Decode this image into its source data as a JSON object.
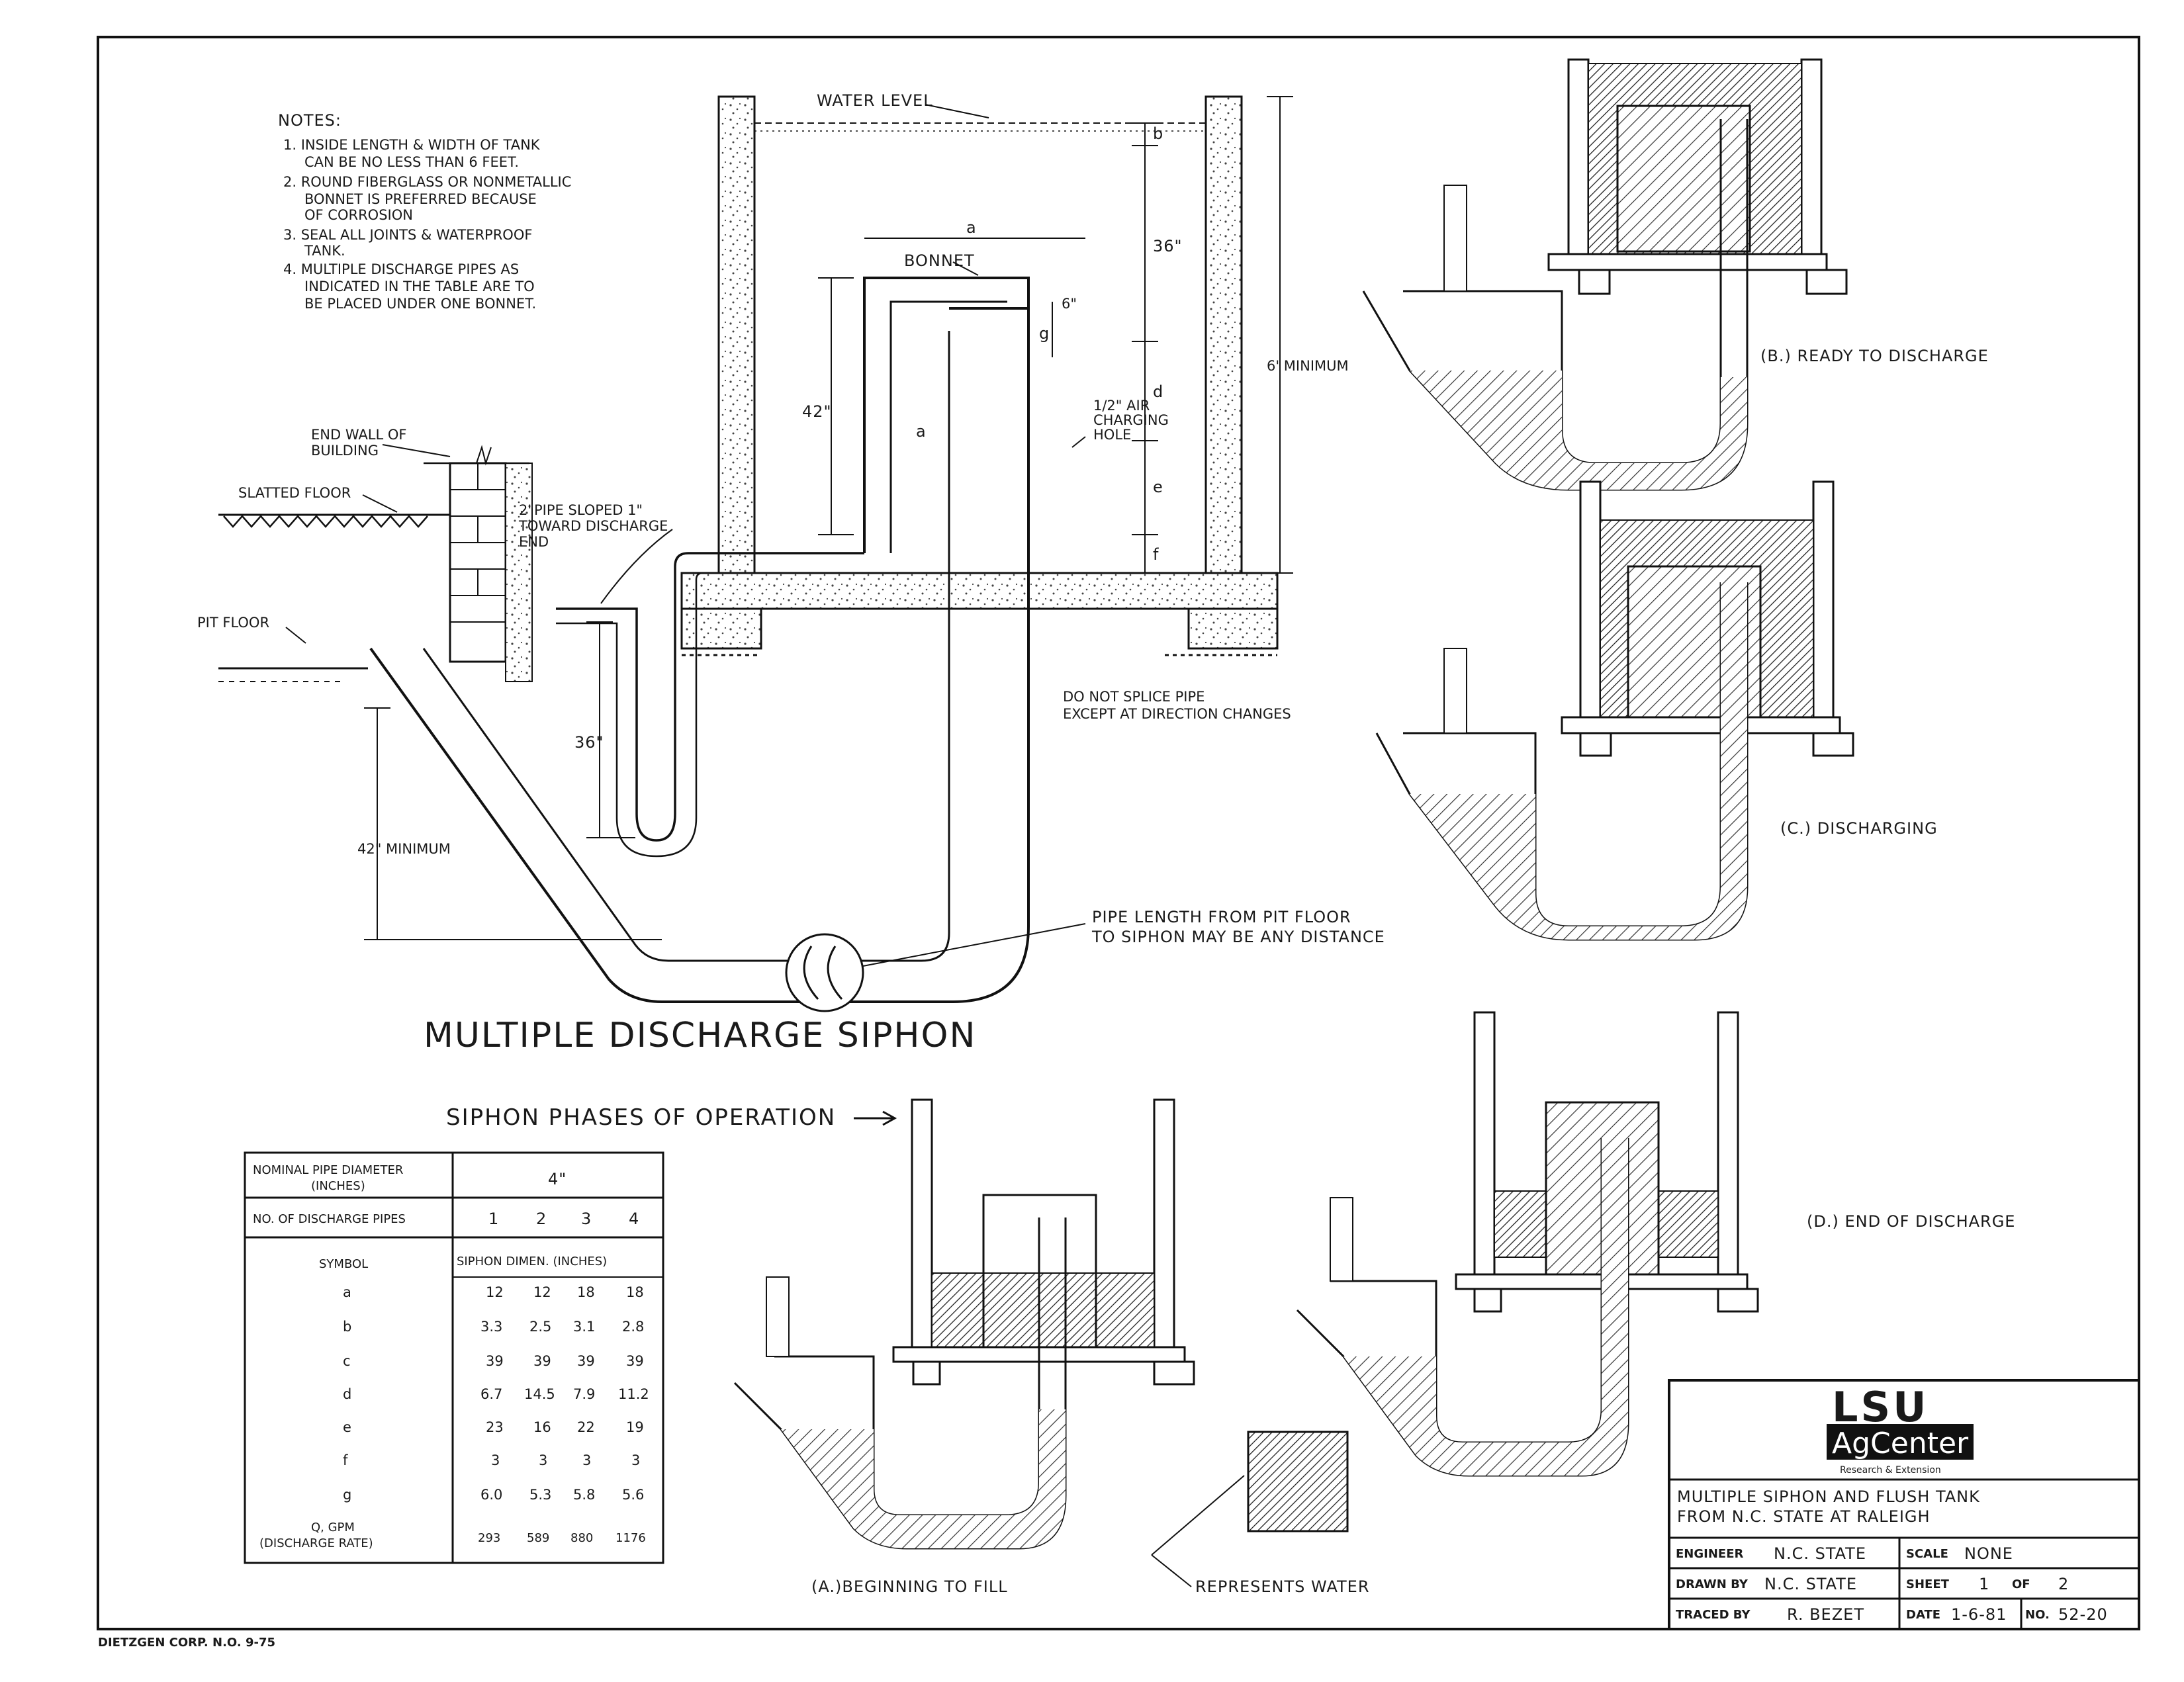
{
  "notes": {
    "heading": "NOTES:",
    "lines": [
      "1. INSIDE LENGTH & WIDTH OF TANK",
      "CAN BE NO LESS THAN 6 FEET.",
      "2. ROUND FIBERGLASS OR NONMETALLIC",
      "BONNET IS PREFERRED BECAUSE",
      "OF CORROSION",
      "3. SEAL ALL JOINTS & WATERPROOF",
      "TANK.",
      "4. MULTIPLE DISCHARGE PIPES AS",
      "INDICATED IN THE TABLE ARE TO",
      "BE PLACED UNDER ONE BONNET."
    ]
  },
  "main_diagram": {
    "title": "MULTIPLE DISCHARGE SIPHON",
    "labels": {
      "water_level": "WATER LEVEL",
      "bonnet": "BONNET",
      "end_wall_1": "END WALL OF",
      "end_wall_2": "BUILDING",
      "slatted_floor": "SLATTED FLOOR",
      "pit_floor": "PIT FLOOR",
      "pipe_sloped_1": "2\"PIPE SLOPED 1\"",
      "pipe_sloped_2": "TOWARD DISCHARGE",
      "pipe_sloped_3": "END",
      "air_hole_1": "1/2\" AIR",
      "air_hole_2": "CHARGING",
      "air_hole_3": "HOLE",
      "do_not_splice_1": "DO NOT SPLICE PIPE",
      "do_not_splice_2": "EXCEPT AT DIRECTION CHANGES",
      "pipe_length_1": "PIPE LENGTH FROM PIT FLOOR",
      "pipe_length_2": "TO SIPHON MAY BE ANY DISTANCE"
    },
    "dimensions": {
      "dim_a_top": "a",
      "dim_a_side": "a",
      "dim_b": "b",
      "dim_c": "36\"",
      "dim_d": "d",
      "dim_e": "e",
      "dim_f": "f",
      "dim_g": "g",
      "dim_6in": "6\"",
      "dim_42": "42\"",
      "dim_36_pipe": "36\"",
      "dim_42_min": "42\" MINIMUM",
      "dim_6ft_min": "6' MINIMUM"
    }
  },
  "phases": {
    "heading": "SIPHON PHASES OF OPERATION",
    "a": "(A.)BEGINNING TO FILL",
    "b": "(B.) READY TO DISCHARGE",
    "c": "(C.) DISCHARGING",
    "d": "(D.) END OF DISCHARGE",
    "represents_water": "REPRESENTS WATER"
  },
  "table": {
    "h1_line1": "NOMINAL PIPE DIAMETER",
    "h1_line2": "(INCHES)",
    "h1_value": "4\"",
    "h2_label": "NO. OF DISCHARGE PIPES",
    "h2_values": [
      "1",
      "2",
      "3",
      "4"
    ],
    "h3_label": "SYMBOL",
    "h3_value": "SIPHON DIMEN. (INCHES)",
    "rows": [
      {
        "symbol": "a",
        "values": [
          "12",
          "12",
          "18",
          "18"
        ]
      },
      {
        "symbol": "b",
        "values": [
          "3.3",
          "2.5",
          "3.1",
          "2.8"
        ]
      },
      {
        "symbol": "c",
        "values": [
          "39",
          "39",
          "39",
          "39"
        ]
      },
      {
        "symbol": "d",
        "values": [
          "6.7",
          "14.5",
          "7.9",
          "11.2"
        ]
      },
      {
        "symbol": "e",
        "values": [
          "23",
          "16",
          "22",
          "19"
        ]
      },
      {
        "symbol": "f",
        "values": [
          "3",
          "3",
          "3",
          "3"
        ]
      },
      {
        "symbol": "g",
        "values": [
          "6.0",
          "5.3",
          "5.8",
          "5.6"
        ]
      }
    ],
    "last_row_line1": "Q, GPM",
    "last_row_line2": "(DISCHARGE RATE)",
    "last_row_values": [
      "293",
      "589",
      "880",
      "1176"
    ]
  },
  "title_block": {
    "logo_top": "LSU",
    "logo_mid": "AgCenter",
    "logo_sub": "Research & Extension",
    "title_line1": "MULTIPLE SIPHON AND FLUSH TANK",
    "title_line2": "FROM N.C. STATE AT RALEIGH",
    "engineer_label": "ENGINEER",
    "engineer_value": "N.C. STATE",
    "scale_label": "SCALE",
    "scale_value": "NONE",
    "drawn_label": "DRAWN BY",
    "drawn_value": "N.C. STATE",
    "sheet_label": "SHEET",
    "sheet_value": "1",
    "of_label": "OF",
    "of_value": "2",
    "traced_label": "TRACED BY",
    "traced_value": "R. BEZET",
    "date_label": "DATE",
    "date_value": "1-6-81",
    "no_label": "NO.",
    "no_value": "52-20"
  },
  "footer": {
    "maker": "DIETZGEN CORP. N.O. 9-75"
  }
}
